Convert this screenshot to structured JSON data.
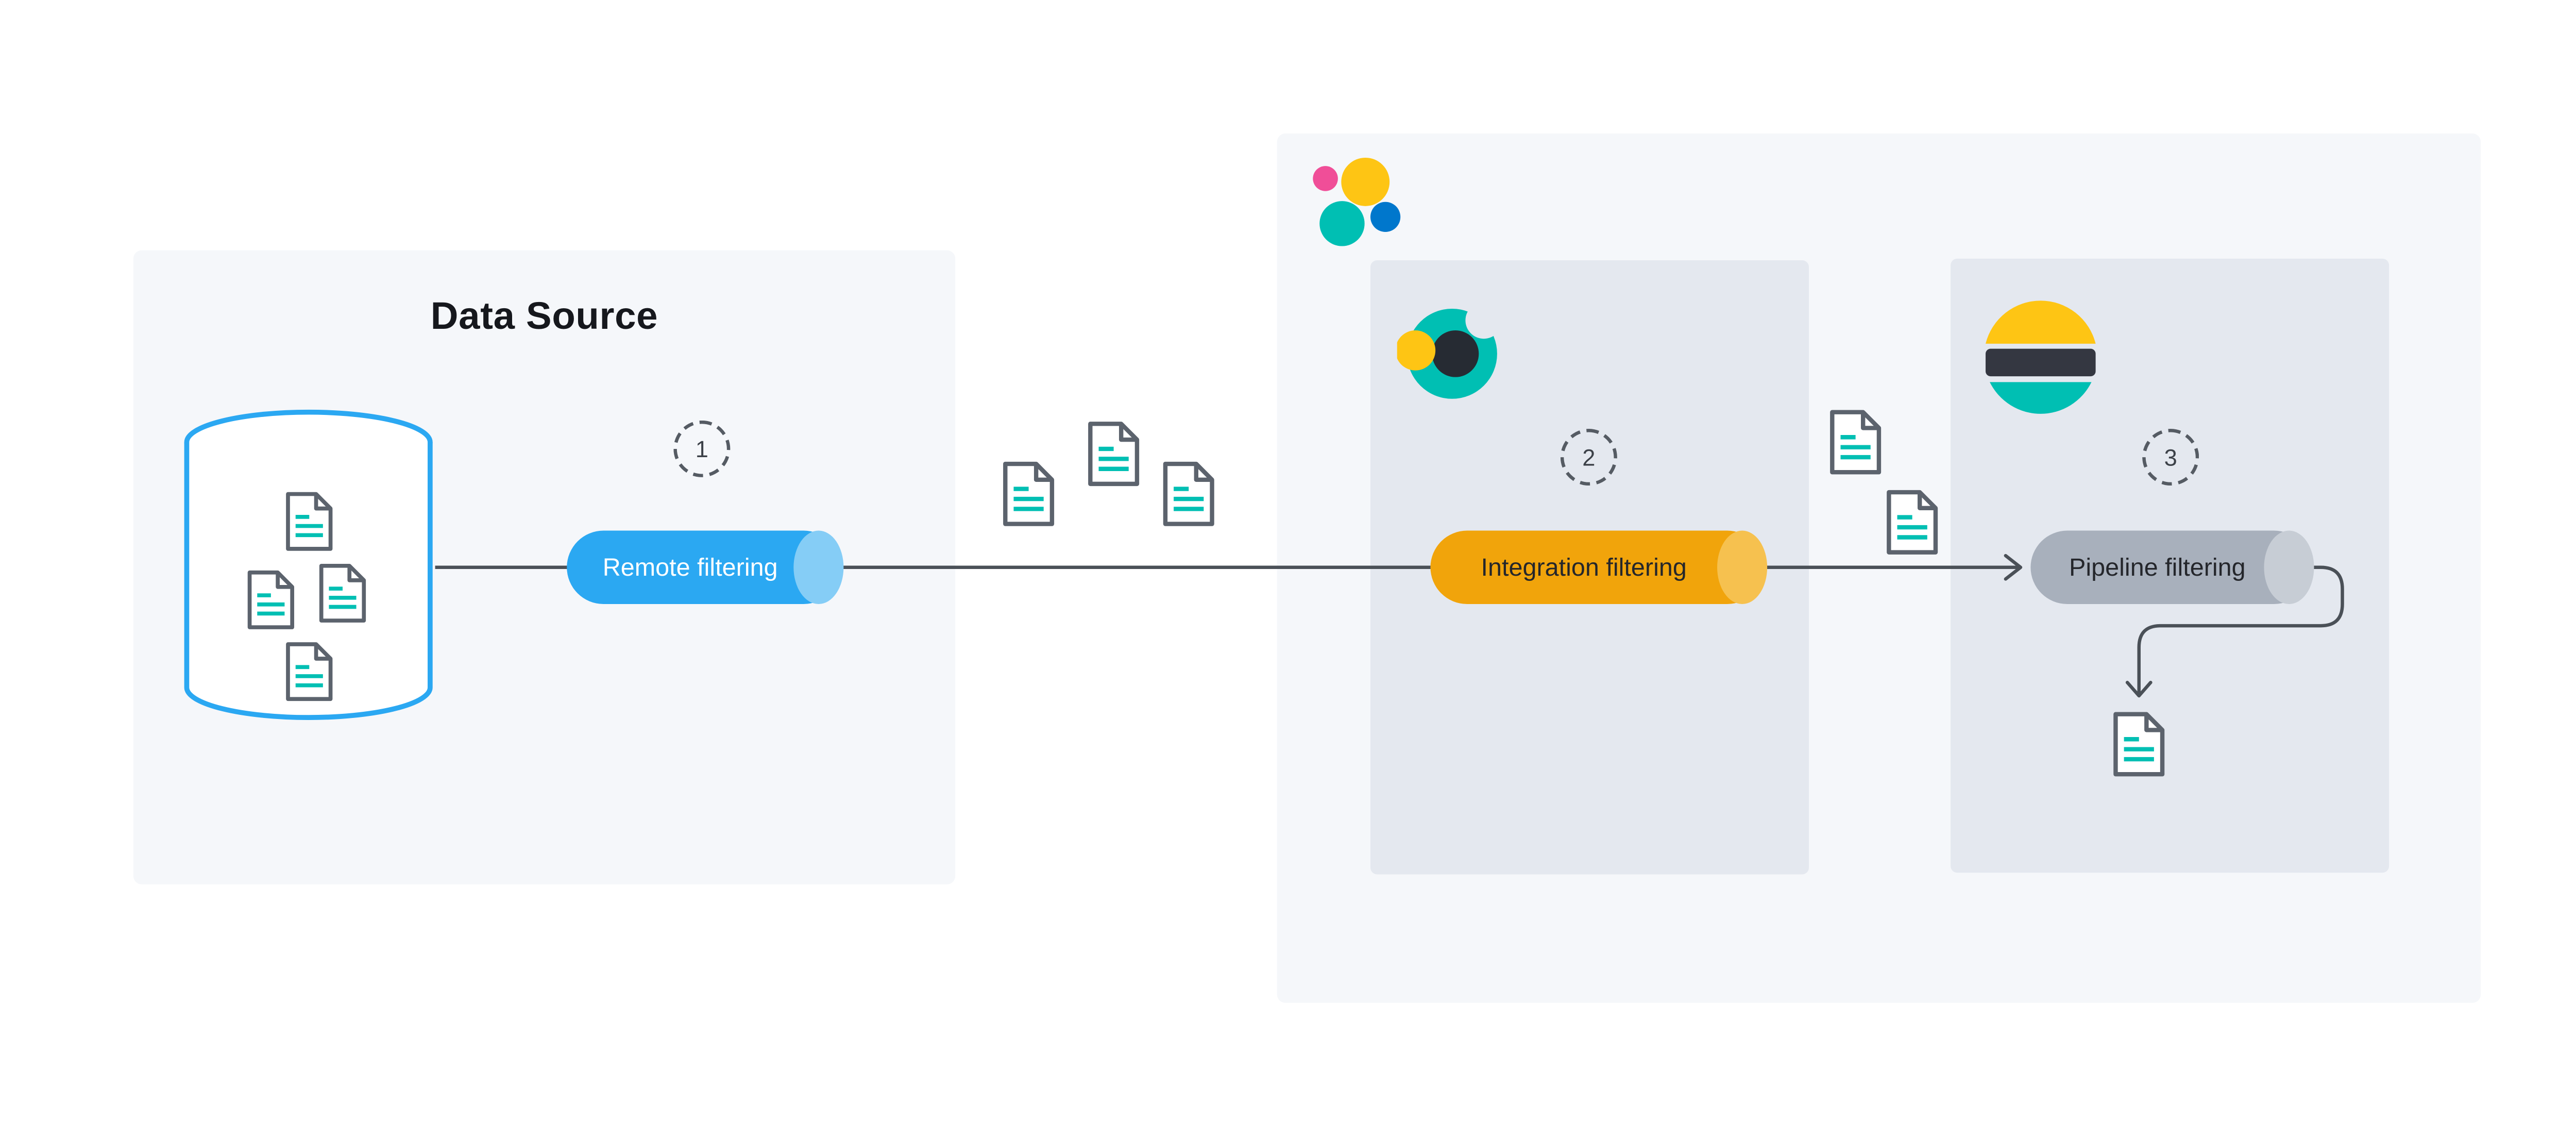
{
  "diagram": {
    "data_source": {
      "title": "Data Source",
      "step_number": "1",
      "filter_label": "Remote filtering"
    },
    "elastic_stack": {
      "integration": {
        "step_number": "2",
        "filter_label": "Integration filtering"
      },
      "pipeline": {
        "step_number": "3",
        "filter_label": "Pipeline filtering"
      }
    }
  },
  "icons": {
    "database": "database-icon",
    "document": "document-icon",
    "elastic_logo": "elastic-logo",
    "connector_logo": "connector-logo",
    "elasticsearch_logo": "elasticsearch-logo",
    "arrow_right": "arrow-right-icon",
    "arrow_down": "arrow-down-icon"
  },
  "colors": {
    "remote_pill": "#2BA8F2",
    "remote_pill_cap": "#85CDF6",
    "integration_pill": "#F1A40B",
    "integration_pill_cap": "#F6C14F",
    "pipeline_pill": "#A8B0BC",
    "pipeline_pill_cap": "#C7CDD5",
    "database_outline": "#2BA8F2",
    "doc_line_teal": "#00BFB3",
    "doc_outline": "#5C636D",
    "panel_bg": "#F5F7FA",
    "subpanel_bg": "#E4E8EF",
    "wire": "#4A5057",
    "elastic_yellow": "#FEC514",
    "elastic_teal": "#00BFB3",
    "elastic_pink": "#F04E98",
    "elastic_blue": "#0077CC",
    "elastic_dark": "#343741"
  }
}
